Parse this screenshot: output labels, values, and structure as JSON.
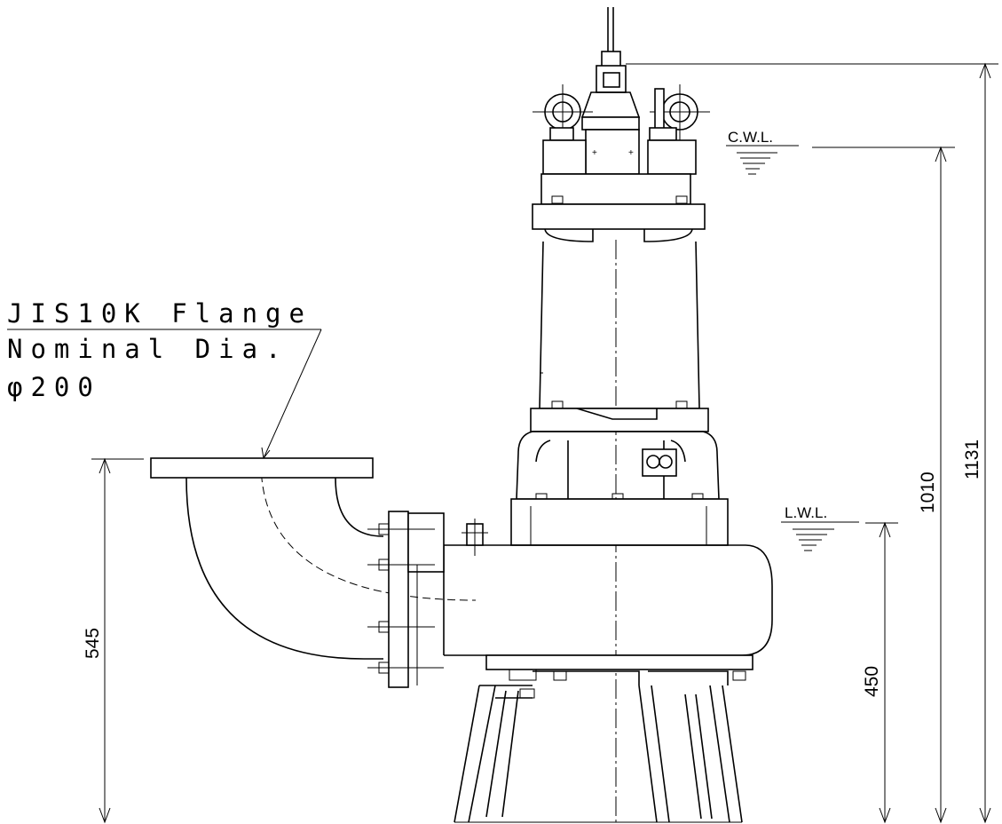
{
  "note": {
    "line1": "JIS10K Flange",
    "line2": "Nominal Dia.",
    "line3": "φ200"
  },
  "levels": {
    "cwl": "C.W.L.",
    "lwl": "L.W.L."
  },
  "dimensions": {
    "overall_height": "1131",
    "cwl_height": "1010",
    "lwl_height": "450",
    "discharge_height": "545"
  }
}
